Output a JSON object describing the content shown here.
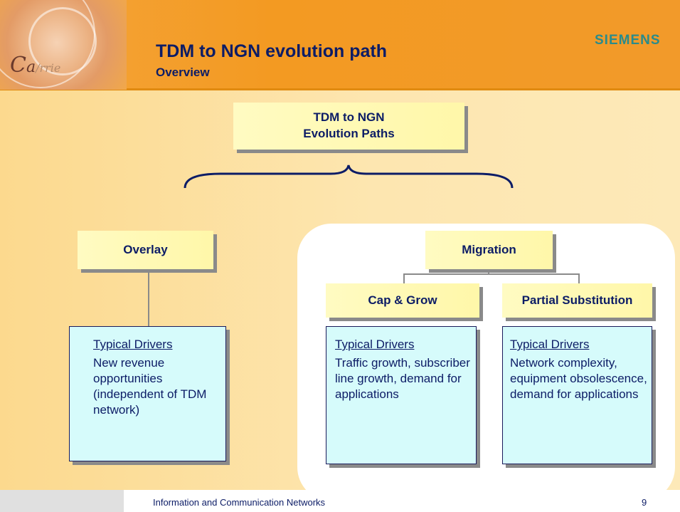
{
  "header": {
    "title": "TDM to NGN evolution path",
    "subtitle": "Overview",
    "brand": "SIEMENS",
    "logo_text": "Carrie"
  },
  "diagram": {
    "root": "TDM to NGN\nEvolution Paths",
    "overlay": {
      "label": "Overlay",
      "drivers_head": "Typical Drivers",
      "drivers_body": "New revenue opportunities (independent of TDM network)"
    },
    "migration": {
      "label": "Migration",
      "cap_grow": {
        "label": "Cap & Grow",
        "drivers_head": "Typical Drivers",
        "drivers_body": "Traffic growth, subscriber line growth, demand for applications"
      },
      "partial": {
        "label": "Partial Substitution",
        "drivers_head": "Typical Drivers",
        "drivers_body": "Network complexity, equipment obsolescence, demand for applications"
      }
    }
  },
  "footer": {
    "text": "Information and Communication Networks",
    "page": "9"
  },
  "colors": {
    "header": "#f39a22",
    "title": "#0c1c66",
    "brand": "#2a8b8b",
    "box_yellow": "#fff7a9",
    "box_cyan": "#d6fbfb"
  }
}
